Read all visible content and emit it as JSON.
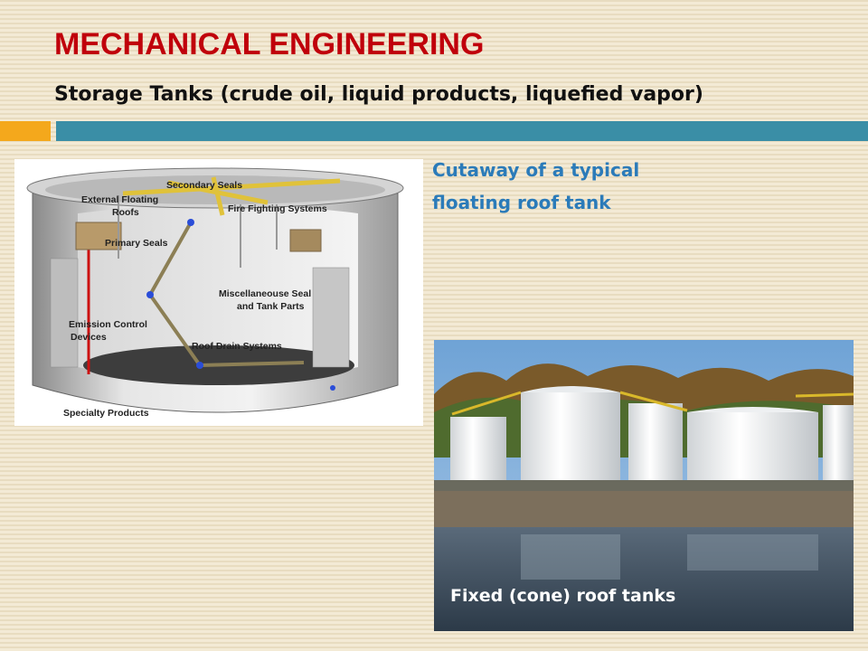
{
  "slide": {
    "title": "MECHANICAL ENGINEERING",
    "subtitle": "Storage Tanks (crude oil, liquid products, liquefied vapor)"
  },
  "cutaway": {
    "caption_line1": "Cutaway of a typical",
    "caption_line2": "floating roof tank",
    "labels": {
      "secondary_seals": "Secondary Seals",
      "external_floating_roofs_line1": "External Floating",
      "external_floating_roofs_line2": "Roofs",
      "fire_fighting_systems": "Fire Fighting Systems",
      "primary_seals": "Primary Seals",
      "misc_line1": "Miscellaneouse Seal",
      "misc_line2": "and Tank Parts",
      "emission_line1": "Emission Control",
      "emission_line2": "Devices",
      "roof_drain_systems": "Roof Drain Systems",
      "specialty_products": "Specialty Products"
    }
  },
  "photo": {
    "caption": "Fixed (cone) roof tanks"
  },
  "colors": {
    "title_red": "#c0000b",
    "accent_orange": "#f4a81c",
    "accent_teal": "#3a8ea6",
    "caption_blue": "#2b7bb9"
  }
}
